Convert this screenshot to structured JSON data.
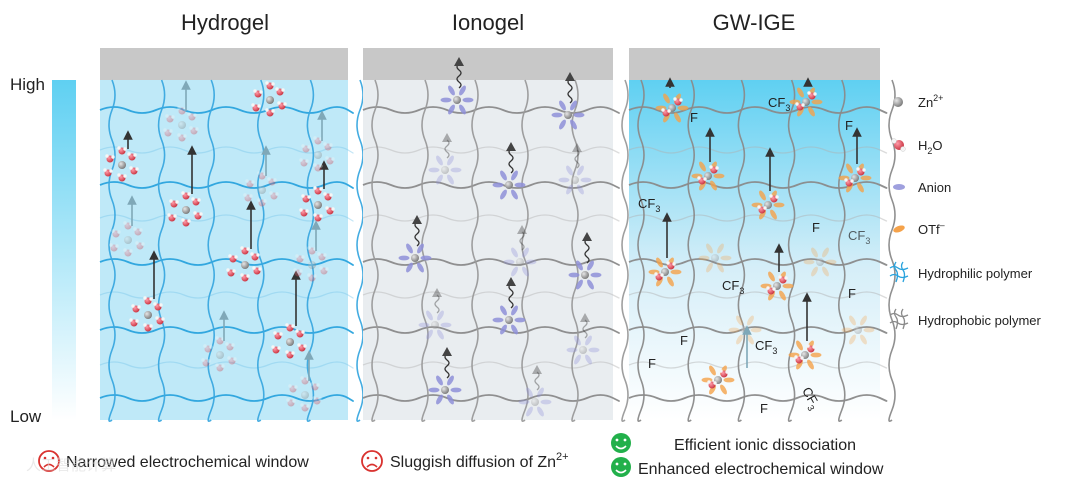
{
  "panels": [
    {
      "title": "Hydrogel"
    },
    {
      "title": "Ionogel"
    },
    {
      "title": "GW-IGE"
    }
  ],
  "scale": {
    "high": "High",
    "low": "Low",
    "gradient_top": "#5fd0f2",
    "gradient_bottom": "#ffffff"
  },
  "legend": {
    "zn": {
      "label_main": "Zn",
      "label_sup": "2+"
    },
    "h2o": {
      "label_main": "H",
      "label_sub": "2",
      "label_end": "O"
    },
    "anion": {
      "label": "Anion"
    },
    "otf": {
      "label_main": "OTf",
      "label_sup": "–"
    },
    "hydrophilic": {
      "label": "Hydrophilic polymer"
    },
    "hydrophobic": {
      "label": "Hydrophobic polymer"
    }
  },
  "captions": {
    "hydrogel": "Narrowed electrochemical window",
    "ionogel_main": "Sluggish diffusion of Zn",
    "ionogel_sup": "2+",
    "gw1": "Efficient ionic dissociation",
    "gw2": "Enhanced electrochemical window"
  },
  "gw_labels": {
    "cf3_a": "CF",
    "cf3_sub": "3",
    "f": "F"
  },
  "watermark": "人工智能计算",
  "colors": {
    "hydrogel_bg": "#bfe9f8",
    "hydrogel_line": "#2aa3dd",
    "ionogel_bg": "#e9edf0",
    "ionogel_line": "#8a8a8a",
    "header_bar": "#c8c8c8",
    "sad": "#d9322f",
    "happy": "#22b04b",
    "anion": "#8e8fd8",
    "otf": "#f5a24a",
    "water": "#e05a6a"
  }
}
